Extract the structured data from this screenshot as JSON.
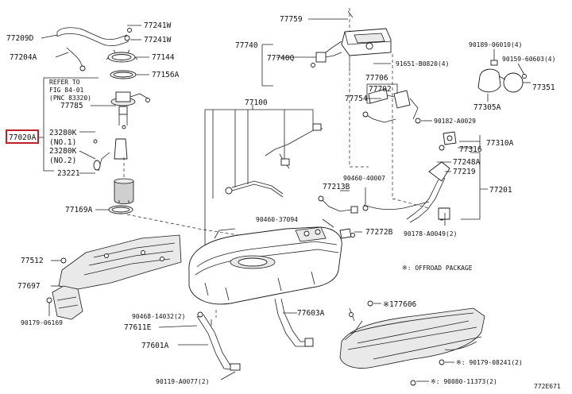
{
  "labels": {
    "p77241W_a": "77241W",
    "p77241W_b": "77241W",
    "p77209D": "77209D",
    "p77204A": "77204A",
    "p77144": "77144",
    "p77156A": "77156A",
    "refer1": "REFER TO",
    "refer2": "FIG 84-01",
    "refer3": "(PNC 83320)",
    "p77785": "77785",
    "p77020A": "77020A",
    "p23280K_1": "23280K",
    "no1": "(NO.1)",
    "p23280K_2": "23280K",
    "no2": "(NO.2)",
    "p23221": "23221",
    "p77169A": "77169A",
    "p77759": "77759",
    "p77740": "77740",
    "p77740Q": "77740Q",
    "p91651": "91651-B0820(4)",
    "p77706": "77706",
    "p77702": "77702",
    "p77754": "77754",
    "p90182": "90182-A0029",
    "p77100": "77100",
    "p90189": "90189-06010(4)",
    "p90159": "90159-60603(4)",
    "p77351": "77351",
    "p77305A": "77305A",
    "p77310A": "77310A",
    "p77316": "77316",
    "p77248A": "77248A",
    "p77219": "77219",
    "p90460_40007": "90460-40007",
    "p77213B": "77213B",
    "p77201": "77201",
    "p90460_37094": "90460-37094",
    "p77272B": "77272B",
    "p90178": "90178-A0049(2)",
    "offroad": "※: OFFROAD PACKAGE",
    "p77512": "77512",
    "p77697": "77697",
    "p90179_06169": "90179-06169",
    "p90468": "90468-14032(2)",
    "p77611E": "77611E",
    "p77601A": "77601A",
    "p90119": "90119-A0077(2)",
    "p77603A": "77603A",
    "p77606": "※177606",
    "p90179_08241": "※: 90179-08241(2)",
    "p90080": "※: 90080-11373(2)",
    "figno": "772E671"
  }
}
